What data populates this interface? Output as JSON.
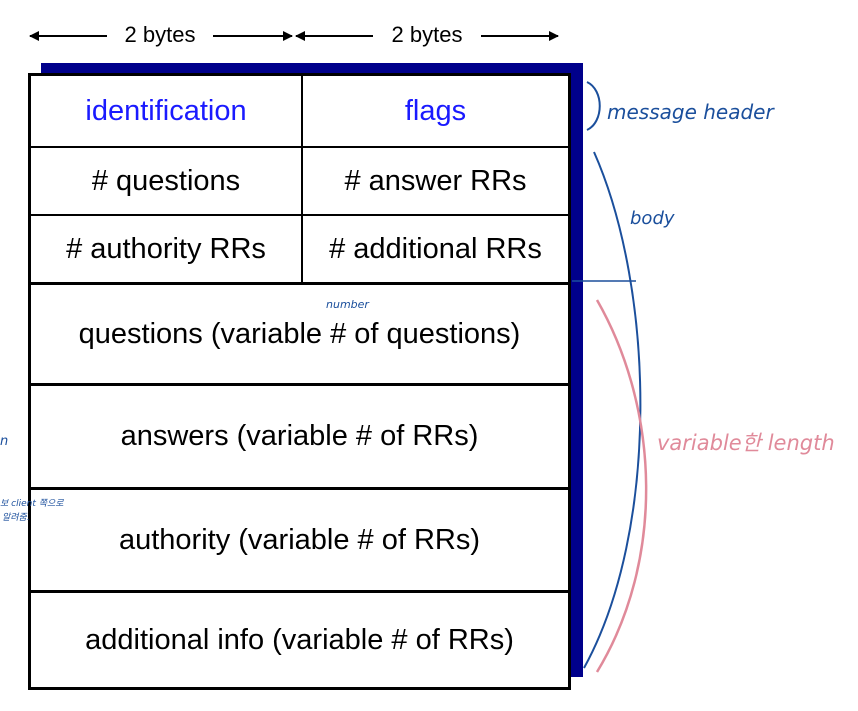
{
  "byte_labels": [
    "2 bytes",
    "2 bytes"
  ],
  "header_rows": [
    {
      "left": "identification",
      "right": "flags"
    },
    {
      "left": "# questions",
      "right": "# answer RRs"
    },
    {
      "left": "# authority RRs",
      "right": "# additional RRs"
    }
  ],
  "sections": [
    "questions (variable # of questions)",
    "answers (variable # of RRs)",
    "authority (variable # of RRs)",
    "additional info (variable # of RRs)"
  ],
  "handwritten": {
    "number_note": "number",
    "message_header": "message header",
    "body": "body",
    "variable_length": "variable한 length",
    "left_note_line1": "보 client 쪽으로",
    "left_note_line2": "알려줌.",
    "left_note_fragment": "n"
  },
  "colors": {
    "label_blue": "#1a1aff",
    "box_shadow": "#00008b",
    "ink_blue": "#1b4f9c",
    "ink_pink": "#e08a9a"
  }
}
